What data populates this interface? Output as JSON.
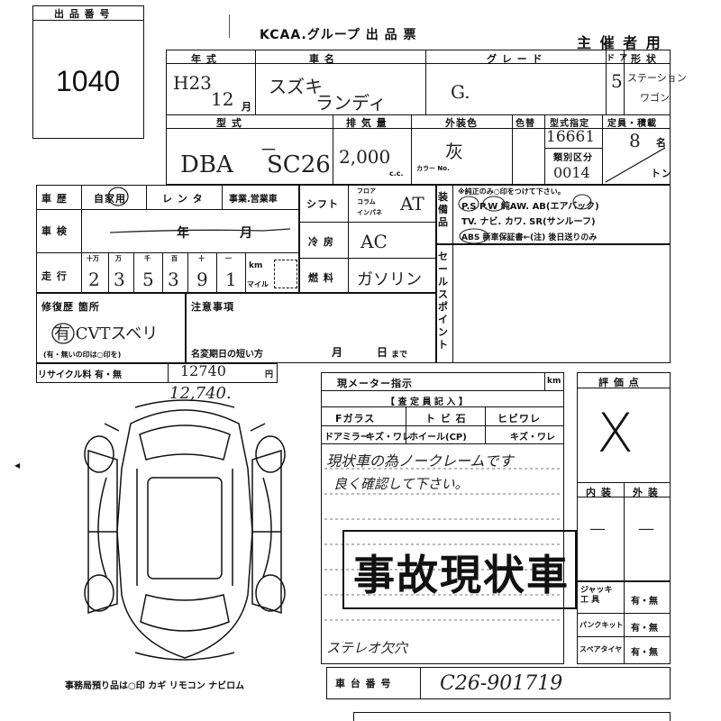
{
  "header": {
    "lot_label": "出 品 番 号",
    "lot_number": "1040",
    "group": "KCAA.グループ 出 品 票",
    "organizer": "主 催 者 用"
  },
  "row1": {
    "year_label": "年 式",
    "name_label": "車 名",
    "grade_label": "グ レ ー ド",
    "door_label": "ド ア",
    "shape_label": "形 状",
    "year_value": "H23",
    "month_value": "12",
    "month_unit": "月",
    "name_value_1": "スズキ",
    "name_value_2": "ランディ",
    "grade_value": "G.",
    "door_value": "5",
    "shape_value_1": "ステーション",
    "shape_value_2": "ワゴン"
  },
  "row2": {
    "model_label": "型 式",
    "displacement_label": "排 気 量",
    "color_label": "外装色",
    "color_swap_label": "色替",
    "model_designation_label": "型式指定",
    "category_label": "類別区分",
    "capacity_label": "定員・積載",
    "model_prefix": "DBA",
    "model_dash": "－",
    "model_code": "SC26",
    "displacement_value": "2,000",
    "cc_unit": "c.c.",
    "color_no_label": "カラー No.",
    "color_value": "灰",
    "model_designation_value": "16661",
    "category_value": "0014",
    "capacity_value": "8",
    "capacity_unit": "名",
    "ton_unit": "トン"
  },
  "row3": {
    "history_label": "車 歴",
    "history_options": "自家用",
    "rental_label": "レ ン タ",
    "business_label": "事業.営業車",
    "shaken_label": "車 検",
    "shaken_year": "年",
    "shaken_month": "月",
    "mileage_label": "走 行",
    "digit_labels": [
      "十万",
      "万",
      "千",
      "百",
      "十",
      "一"
    ],
    "mileage_digits": [
      "2",
      "3",
      "5",
      "3",
      "9",
      "1"
    ],
    "km_unit": "km",
    "mile_unit": "マイル",
    "shift_label": "シフト",
    "shift_options": [
      "フロア",
      "コラム",
      "インパネ"
    ],
    "shift_value": "AT",
    "aircon_label": "冷 房",
    "aircon_value": "AC",
    "fuel_label": "燃 料",
    "fuel_value": "ガソリン"
  },
  "equipment": {
    "label": "装備品",
    "note": "※純正のみ○印をつけて下さい。",
    "line1": "P.S  P.W  純AW. AB(エアバック)",
    "line2": "TV. ナビ. カワ. SR(サンルーフ)",
    "line3": "ABS   新車保証書←(注) 後日送りのみ"
  },
  "sales_point_label": "セールスポイント",
  "repair": {
    "label": "修復歴 箇所",
    "value": "有 CVTスベリ",
    "note": "(有・無いの印は○印を)"
  },
  "notes": {
    "label": "注意事項",
    "name_change_label": "名変期日の短い方",
    "month": "月",
    "day": "日",
    "deadline": "まで"
  },
  "recycle": {
    "label": "リサイクル料 有・無",
    "amount": "12740",
    "yen": "円",
    "amount_handwritten": "12,740."
  },
  "meter": {
    "label": "現メーター指示",
    "unit": "km"
  },
  "inspector": {
    "header": "【 査 定 員 記 入 】",
    "windshield": "Fガラス",
    "chip": "ト ビ 石",
    "crack": "ヒビワレ",
    "mirror": "ドアミラー",
    "mirror_cond": "キズ・ワレ",
    "wheel": "ホイール(CP)",
    "wheel_cond": "キズ・ワレ",
    "comment_1": "現状車の為ノークレームです",
    "comment_2": "良く確認して下さい。",
    "accident_stamp": "事故現状車",
    "stereo": "ステレオ欠穴"
  },
  "grade_box": {
    "label": "評 価 点",
    "mark": "X",
    "interior_label": "内 装",
    "exterior_label": "外 装",
    "interior_value": "—",
    "exterior_value": "—"
  },
  "tools": {
    "jack_label": "ジャッキ 工 具",
    "puncture_label": "パンクキット",
    "spare_label": "スペアタイヤ",
    "yes_no": "有・無"
  },
  "office_note": "事務局預り品は○印   カギ  リモコン  ナビロム",
  "chassis": {
    "label": "車 台 番 号",
    "value": "C26-901719"
  }
}
